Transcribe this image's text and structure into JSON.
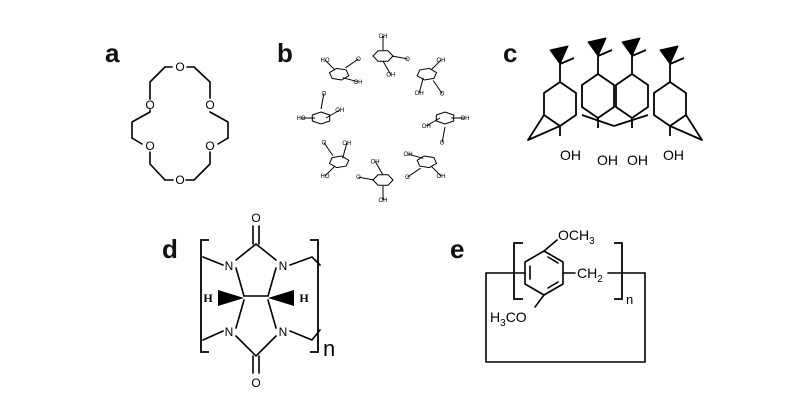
{
  "labels": {
    "a": "a",
    "b": "b",
    "c": "c",
    "d": "d",
    "e": "e"
  },
  "crown_ether": {
    "oxygen": "O"
  },
  "cyclodextrin": {
    "oh": "OH",
    "ho": "HO",
    "o": "O"
  },
  "calixarene": {
    "oh": "OH"
  },
  "cucurbituril": {
    "carbonyl_o": "O",
    "nitrogen": "N",
    "hydrogen": "H",
    "repeat": "n"
  },
  "pillararene": {
    "methoxy_top": "OCH",
    "methoxy_top_sub": "3",
    "methoxy_bottom_pre": "H",
    "methoxy_bottom_sub": "3",
    "methoxy_bottom_post": "CO",
    "methylene": "CH",
    "methylene_sub": "2",
    "repeat": "n"
  }
}
